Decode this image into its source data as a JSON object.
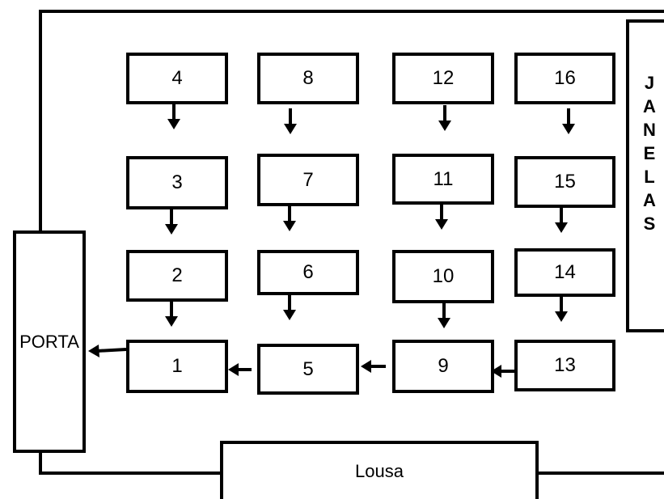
{
  "labels": {
    "porta": "PORTA",
    "lousa": "Lousa",
    "janelas_letters": [
      "J",
      "A",
      "N",
      "E",
      "L",
      "A",
      "S"
    ]
  },
  "desks": [
    "4",
    "8",
    "12",
    "16",
    "3",
    "7",
    "11",
    "15",
    "2",
    "6",
    "10",
    "14",
    "1",
    "5",
    "9",
    "13"
  ],
  "colors": {
    "stroke": "#000000",
    "background": "#ffffff"
  }
}
